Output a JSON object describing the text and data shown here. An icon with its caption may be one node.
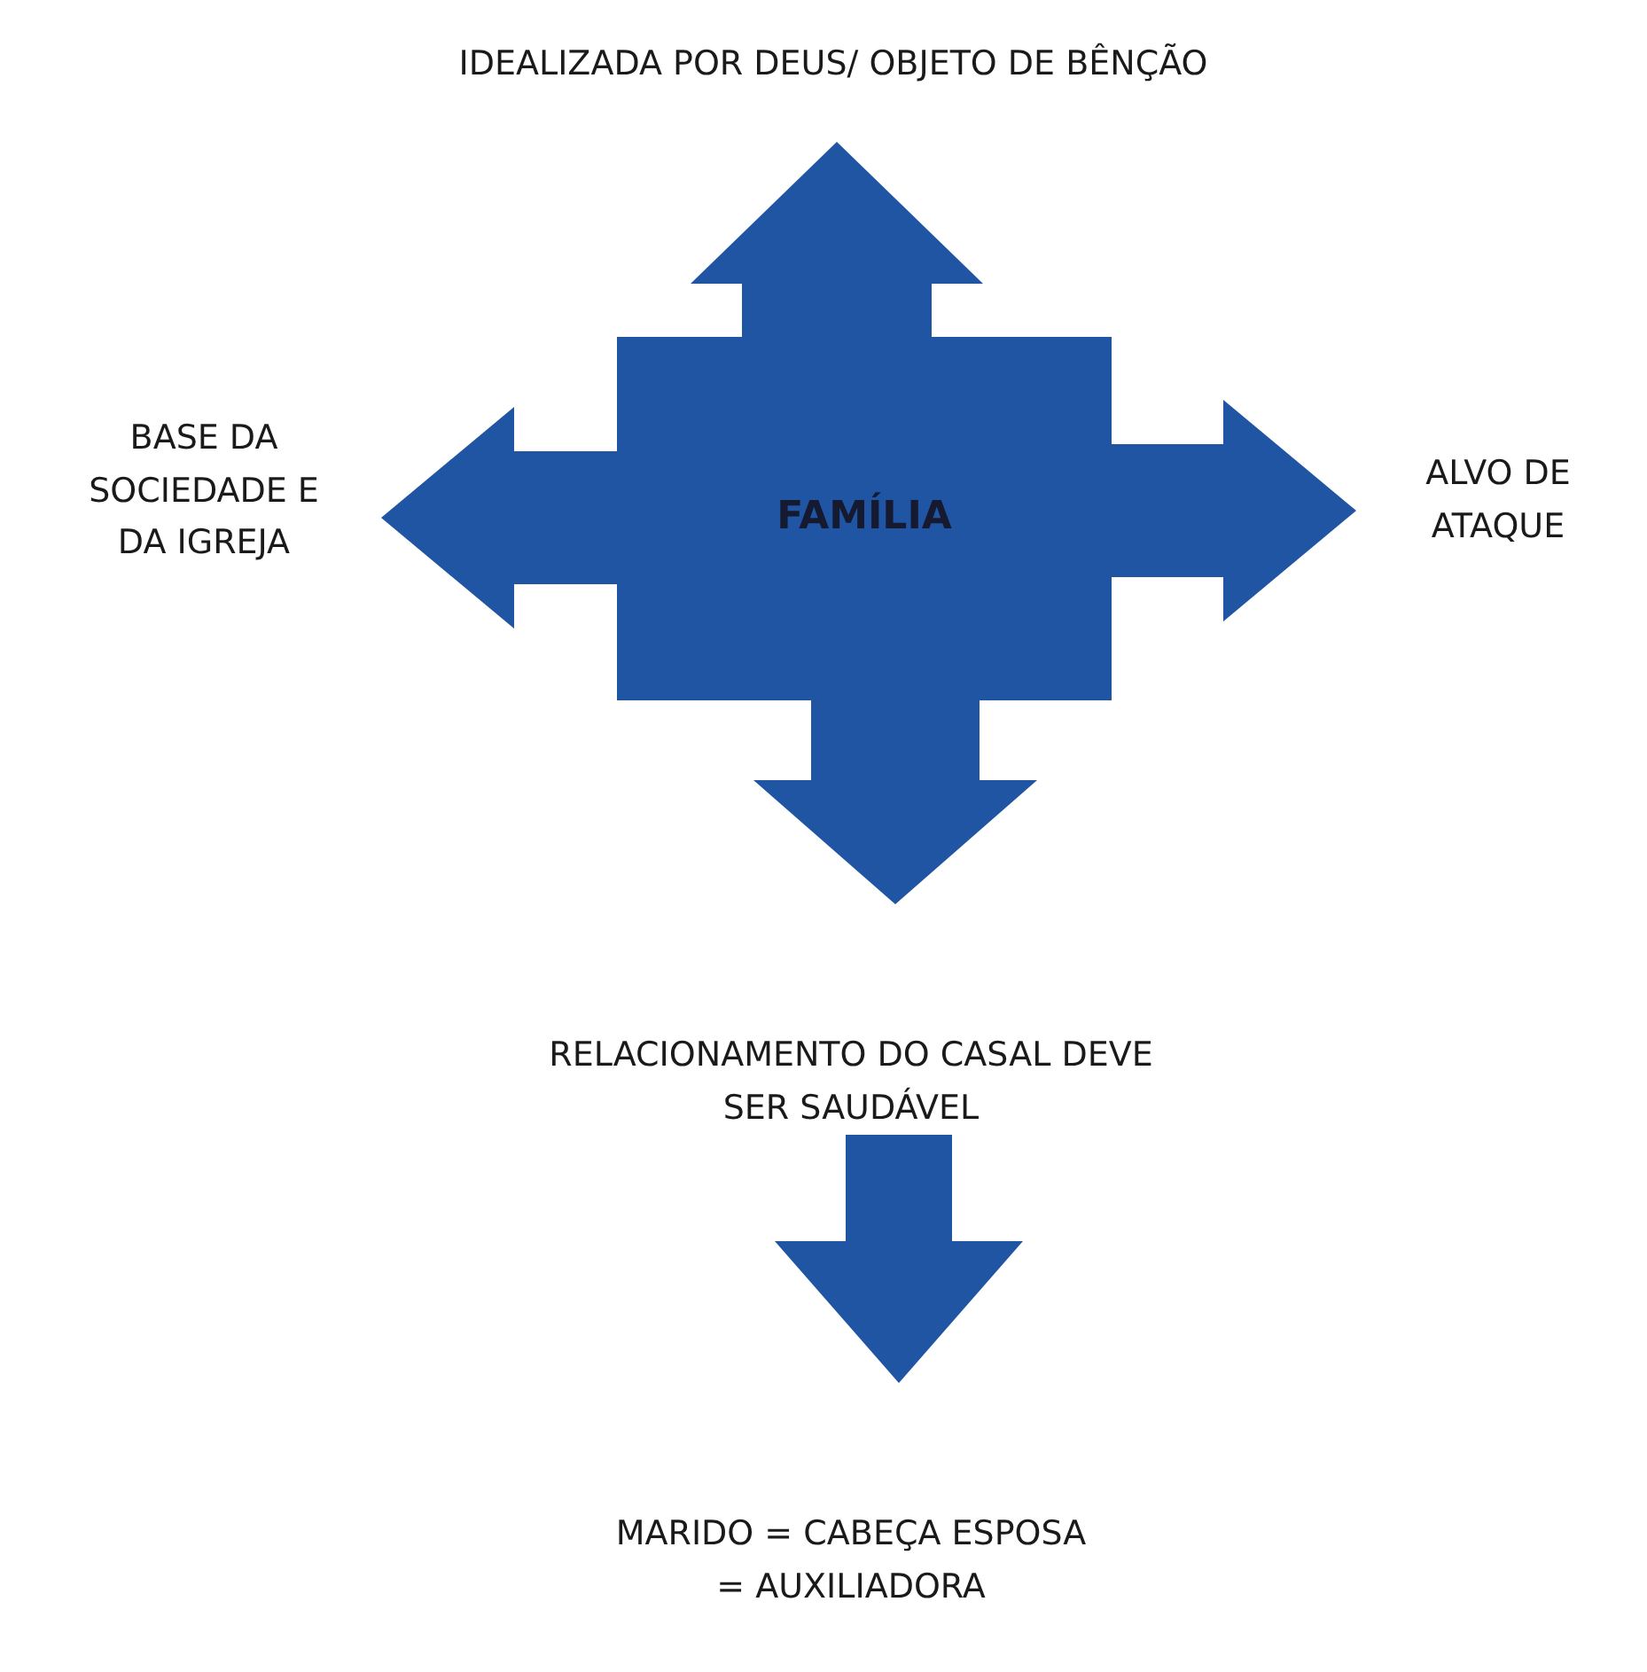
{
  "diagram": {
    "nodes": [
      {
        "text": [
          "FAMÍLIA"
        ]
      },
      {
        "text": [
          "IDEALIZADA POR DEUS/ OBJETO DE BÊNÇÃO"
        ]
      },
      {
        "text": [
          "BASE DA SOCIEDADE E DA IGREJA"
        ]
      },
      {
        "text": [
          "ALVO DE ATAQUE"
        ]
      },
      {
        "text": [
          "RELACIONAMENTO DO CASAL DEVE SER SAUDÁVEL"
        ]
      },
      {
        "text": [
          "MARIDO = CABEÇA ESPOSA = AUXILIADORA"
        ]
      }
    ],
    "edges": [
      {
        "from": 0,
        "to": 1,
        "arrow": "to",
        "style": "thick"
      },
      {
        "from": 0,
        "to": 2,
        "arrow": "to",
        "style": "thick"
      },
      {
        "from": 0,
        "to": 3,
        "arrow": "to",
        "style": "thick"
      },
      {
        "from": 0,
        "to": 4,
        "arrow": "to",
        "style": "thick"
      },
      {
        "from": 4,
        "to": 5,
        "arrow": "to",
        "style": "thick"
      }
    ]
  }
}
